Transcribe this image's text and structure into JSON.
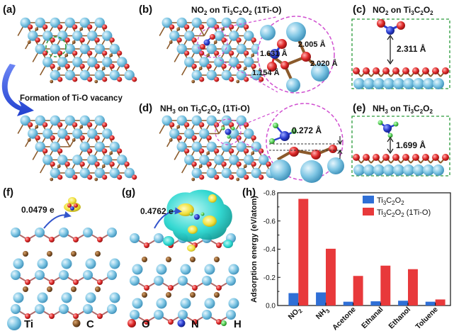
{
  "panels": {
    "a": {
      "label": "(a)",
      "caption": "Formation of Ti-O vacancy"
    },
    "b": {
      "label": "(b)",
      "title_pre": "NO",
      "title_sub1": "2",
      "title_mid": " on Ti",
      "title_sub2": "3",
      "title_c": "C",
      "title_sub3": "2",
      "title_o": "O",
      "title_sub4": "2",
      "title_post": " (1Ti-O)",
      "bonds": [
        "1.631 Å",
        "2.005 Å",
        "2.020 Å",
        "1.154 Å"
      ]
    },
    "c": {
      "label": "(c)",
      "title_pre": "NO",
      "title_sub1": "2",
      "title_mid": " on Ti",
      "title_sub2": "3",
      "title_c": "C",
      "title_sub3": "2",
      "title_o": "O",
      "title_sub4": "2",
      "distance": "2.311 Å"
    },
    "d": {
      "label": "(d)",
      "title_pre": "NH",
      "title_sub1": "3",
      "title_mid": " on Ti",
      "title_sub2": "3",
      "title_c": "C",
      "title_sub3": "2",
      "title_o": "O",
      "title_sub4": "2",
      "title_post": " (1Ti-O)",
      "distance": "0.272 Å"
    },
    "e": {
      "label": "(e)",
      "title_pre": "NH",
      "title_sub1": "3",
      "title_mid": " on Ti",
      "title_sub2": "3",
      "title_c": "C",
      "title_sub3": "2",
      "title_o": "O",
      "title_sub4": "2",
      "distance": "1.699 Å"
    },
    "f": {
      "label": "(f)",
      "charge": "0.0479 e"
    },
    "g": {
      "label": "(g)",
      "charge": "0.4762 e"
    },
    "h": {
      "label": "(h)"
    }
  },
  "legend_atoms": [
    {
      "symbol": "Ti",
      "color": "#7fc6e4"
    },
    {
      "symbol": "C",
      "color": "#8b5a2b"
    },
    {
      "symbol": "O",
      "color": "#e02a2a"
    },
    {
      "symbol": "N",
      "color": "#2b3fd1"
    },
    {
      "symbol": "H",
      "color": "#5ad35a"
    }
  ],
  "colors": {
    "ti": "#7fc6e4",
    "c": "#8b5a2b",
    "o": "#e02a2a",
    "n": "#2b3fd1",
    "h": "#5ad35a",
    "cyan_iso": "#28d6cf",
    "yellow_iso": "#f0e03a",
    "dashed_green": "#2a9a3a",
    "dashed_magenta": "#d04fd0",
    "arrow_blue": "#3355cc"
  },
  "chart_data": {
    "type": "bar",
    "ylabel": "Adsorption energy (eV/atom)",
    "ylim": [
      0,
      -0.8
    ],
    "yticks": [
      "0.0",
      "-0.2",
      "-0.4",
      "-0.6",
      "-0.8"
    ],
    "categories": [
      "NO2",
      "NH3",
      "Acetone",
      "Ethanal",
      "Ethanol",
      "Toluene"
    ],
    "series": [
      {
        "name": "Ti3C2O2",
        "color": "#2f6fd6",
        "values": [
          -0.088,
          -0.093,
          -0.027,
          -0.03,
          -0.034,
          -0.027
        ]
      },
      {
        "name": "Ti3C2O2 (1Ti-O)",
        "color": "#e8393b",
        "values": [
          -0.757,
          -0.403,
          -0.21,
          -0.283,
          -0.258,
          -0.043
        ]
      }
    ],
    "legend": [
      {
        "pre": "Ti",
        "s1": "3",
        "mid": "C",
        "s2": "2",
        "o": "O",
        "s3": "2",
        "post": ""
      },
      {
        "pre": "Ti",
        "s1": "3",
        "mid": "C",
        "s2": "2",
        "o": "O",
        "s3": "2",
        "post": " (1Ti-O)"
      }
    ],
    "cat_labels": [
      {
        "pre": "NO",
        "sub": "2"
      },
      {
        "pre": "NH",
        "sub": "3"
      },
      {
        "pre": "Acetone",
        "sub": ""
      },
      {
        "pre": "Ethanal",
        "sub": ""
      },
      {
        "pre": "Ethanol",
        "sub": ""
      },
      {
        "pre": "Toluene",
        "sub": ""
      }
    ]
  }
}
